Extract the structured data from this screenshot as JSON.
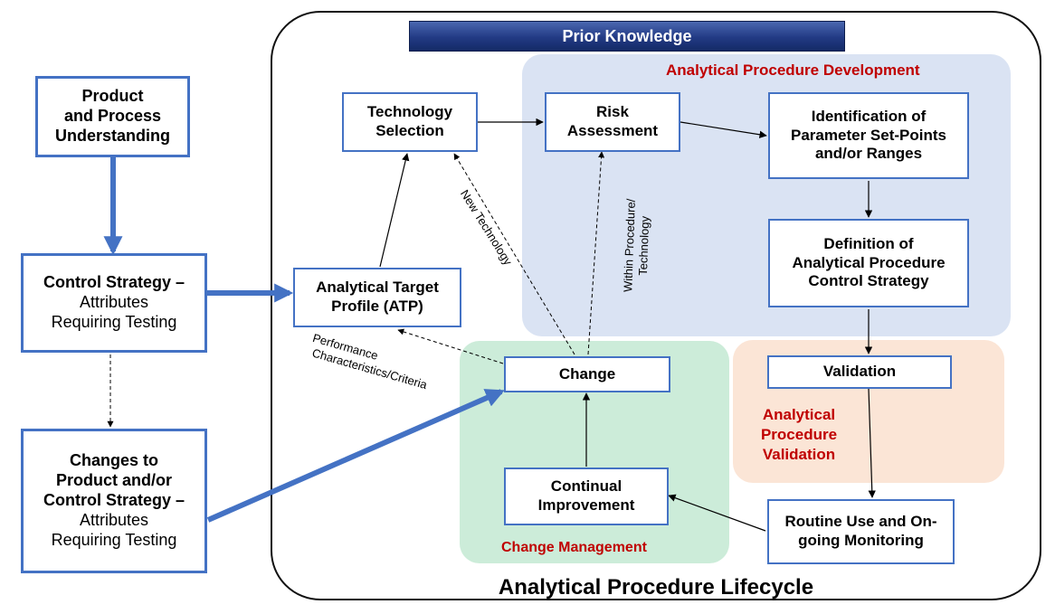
{
  "banner": "Prior Knowledge",
  "lifecycle_title": "Analytical Procedure Lifecycle",
  "regions": {
    "development": "Analytical Procedure Development",
    "validation": [
      "Analytical",
      "Procedure",
      "Validation"
    ],
    "change_management": "Change Management"
  },
  "boxes": {
    "product": [
      "Product",
      "and Process",
      "Understanding"
    ],
    "control_strategy": {
      "bold": "Control Strategy –",
      "lines": [
        "Attributes",
        "Requiring Testing"
      ]
    },
    "changes": {
      "bold": [
        "Changes to",
        "Product and/or",
        "Control Strategy –"
      ],
      "lines": [
        "Attributes",
        "Requiring Testing"
      ]
    },
    "atp": [
      "Analytical Target",
      "Profile (ATP)"
    ],
    "technology": [
      "Technology",
      "Selection"
    ],
    "risk": [
      "Risk",
      "Assessment"
    ],
    "identification": [
      "Identification of",
      "Parameter Set-Points",
      "and/or Ranges"
    ],
    "definition": [
      "Definition of",
      "Analytical Procedure",
      "Control Strategy"
    ],
    "validation": "Validation",
    "change": "Change",
    "continual": [
      "Continual",
      "Improvement"
    ],
    "routine": [
      "Routine Use and On-",
      "going Monitoring"
    ]
  },
  "edge_labels": {
    "new_technology": "New Technology",
    "within": [
      "Within Procedure/",
      "Technology"
    ],
    "performance": [
      "Performance",
      "Characteristics/Criteria"
    ]
  },
  "colors": {
    "box_border": "#4472c4",
    "region_development": "#dae3f3",
    "region_validation": "#fbe5d6",
    "region_change": "#ccecd9",
    "region_label": "#c00000",
    "banner": "#223a84"
  }
}
